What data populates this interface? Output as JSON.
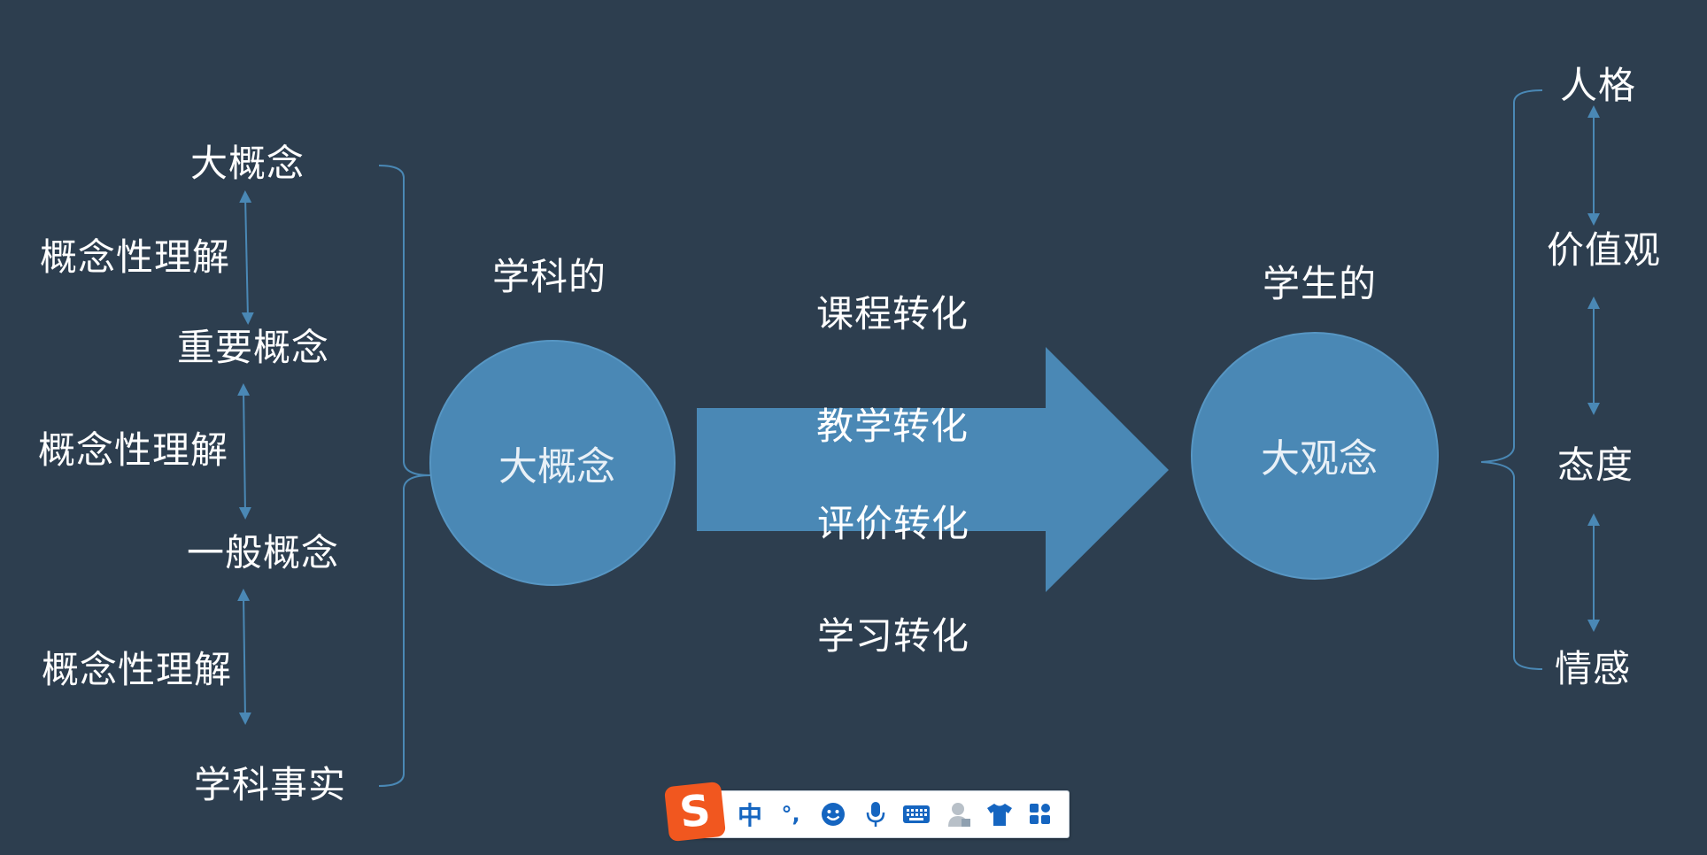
{
  "left_hierarchy": {
    "levels": [
      "大概念",
      "重要概念",
      "一般概念",
      "学科事实"
    ],
    "relation_label": "概念性理解"
  },
  "subject_group": {
    "caption": "学科的",
    "circle_label": "大概念"
  },
  "transformations": [
    "课程转化",
    "教学转化",
    "评价转化",
    "学习转化"
  ],
  "student_group": {
    "caption": "学生的",
    "circle_label": "大观念"
  },
  "right_hierarchy": {
    "levels": [
      "人格",
      "价值观",
      "态度",
      "情感"
    ]
  },
  "ime_toolbar": {
    "logo": "S",
    "mode": "中",
    "punct": "°,",
    "icons": [
      "emoji-icon",
      "microphone-icon",
      "keyboard-icon",
      "user-icon",
      "skin-shirt-icon",
      "apps-grid-icon"
    ]
  },
  "colors": {
    "background": "#2d3e4f",
    "shape": "#4a88b5",
    "line": "#4a88b5",
    "text": "#ffffff"
  }
}
